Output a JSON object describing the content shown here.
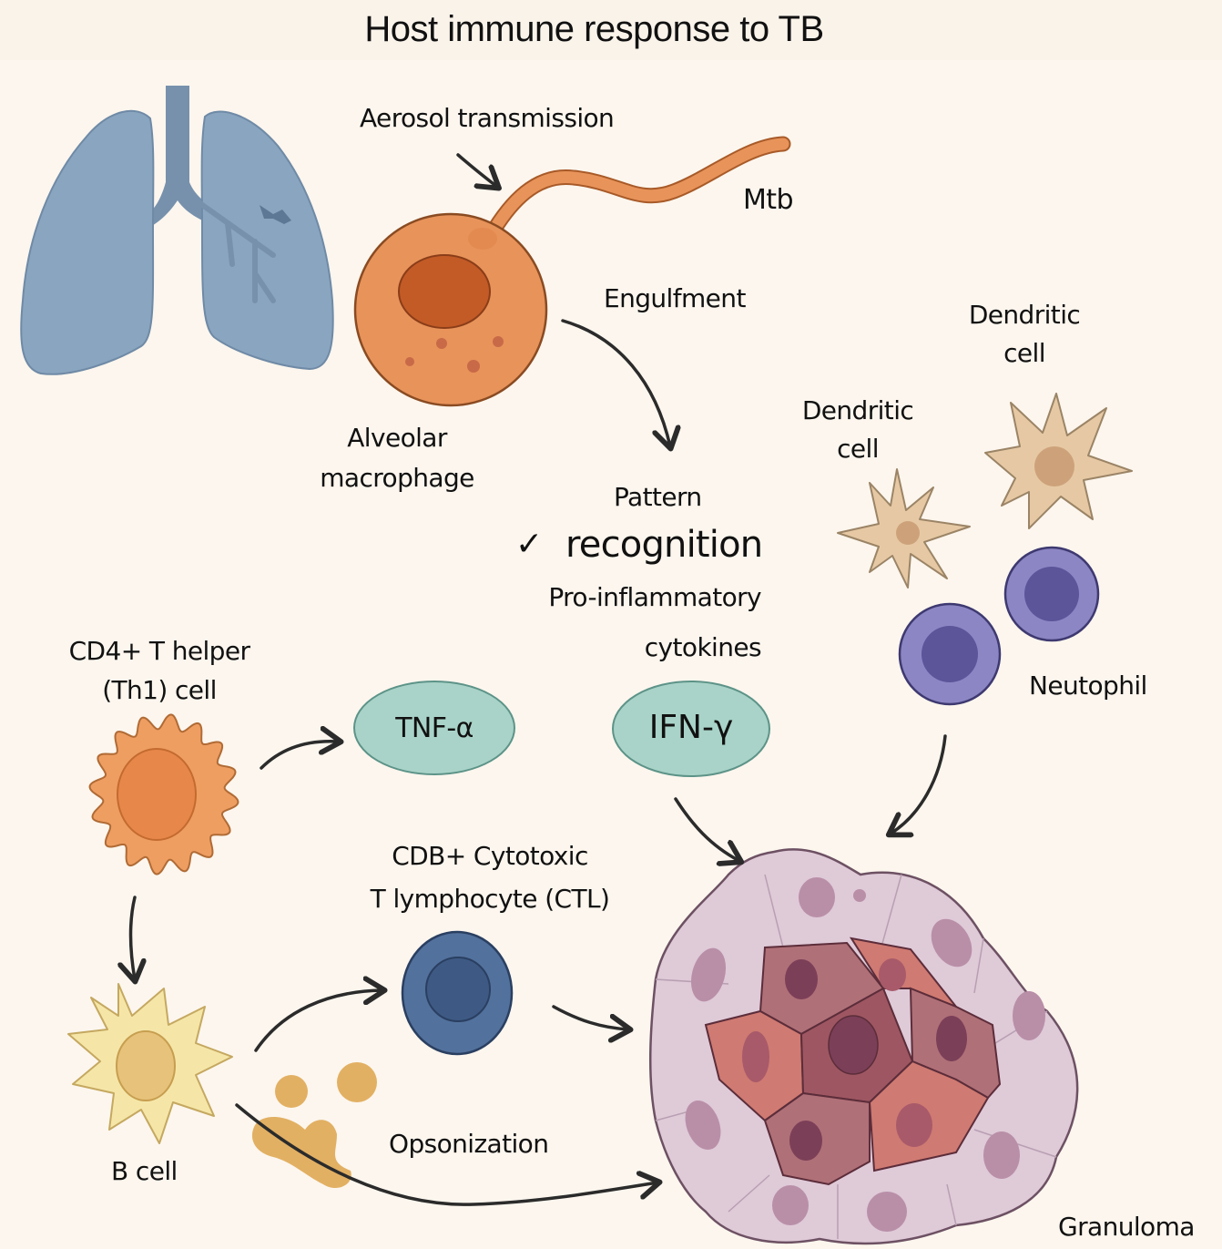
{
  "title": "Host immune response to TB",
  "labels": {
    "aerosol": "Aerosol transmission",
    "mtb": "Mtb",
    "engulfment": "Engulfment",
    "alveolar_line1": "Alveolar",
    "alveolar_line2": "macrophage",
    "pattern_line1": "Pattern",
    "pattern_check": "✓",
    "pattern_line2": "recognition",
    "proinflam_line1": "Pro-inflammatory",
    "proinflam_line2": "cytokines",
    "dendritic_a_line1": "Dendritic",
    "dendritic_a_line2": "cell",
    "dendritic_b_line1": "Dendritic",
    "dendritic_b_line2": "cell",
    "neutrophil": "Neutophil",
    "cd4_line1": "CD4+ T helper",
    "cd4_line2": "(Th1) cell",
    "tnf": "TNF-α",
    "ifn": "IFN-γ",
    "cd8_line1": "CDB+ Cytotoxic",
    "cd8_line2": "T lymphocyte (CTL)",
    "bcell": "B cell",
    "opsonization": "Opsonization",
    "granuloma": "Granuloma"
  },
  "colors": {
    "background": "#fcf6ee",
    "lung": "#8aa5bf",
    "macrophage": "#e8935a",
    "dendritic": "#e6c9a4",
    "neutrophil": "#8c87c4",
    "cytokine": "#a9d3c8",
    "ctl": "#52719c",
    "bcell": "#f5e6a8",
    "granuloma_outer": "#dfcad8",
    "granuloma_inner": "#c2707a"
  }
}
